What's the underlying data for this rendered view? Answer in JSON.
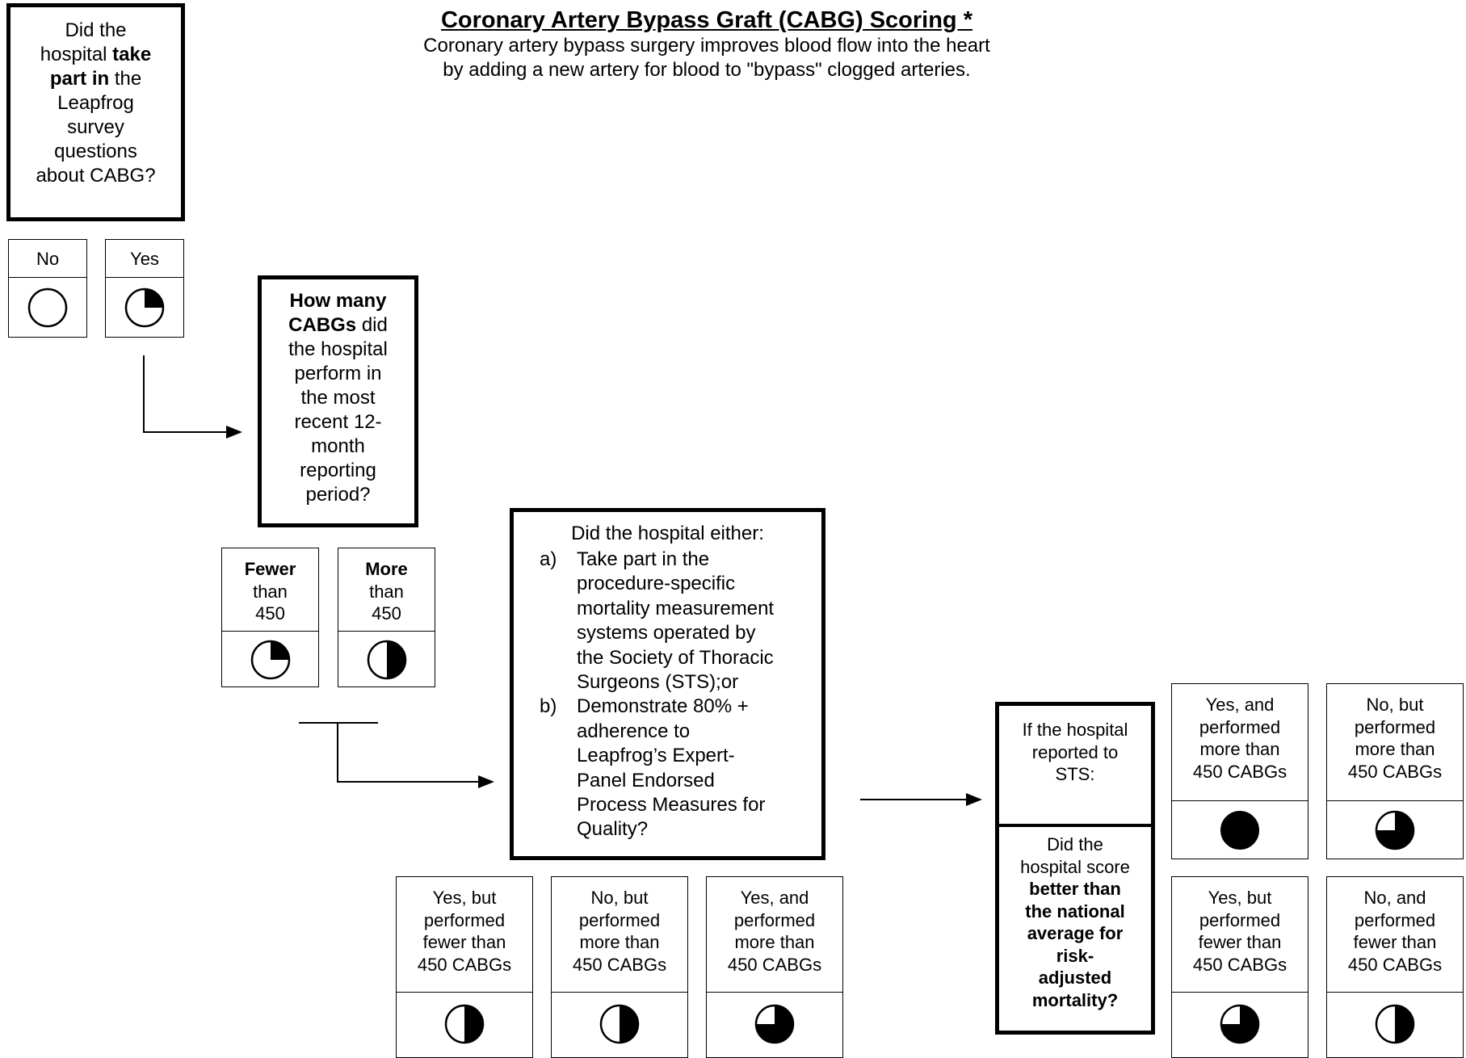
{
  "header": {
    "title": "Coronary Artery Bypass Graft (CABG) Scoring *",
    "subtitle_line1": "Coronary artery bypass surgery improves blood flow into the heart",
    "subtitle_line2": "by adding a new artery for blood to \"bypass\" clogged arteries."
  },
  "q1": {
    "line1": "Did the",
    "line2_pre": "hospital ",
    "line2_bold": "take",
    "line3_bold": "part in",
    "line3_post": " the",
    "line4": "Leapfrog",
    "line5": "survey",
    "line6": "questions",
    "line7": "about CABG?"
  },
  "q1_answers": [
    {
      "label": "No",
      "icon": "empty-circle-icon",
      "fill": 0
    },
    {
      "label": "Yes",
      "icon": "quarter-filled-circle-icon",
      "fill": 0.25
    }
  ],
  "q2": {
    "line1_bold": "How many",
    "line2_bold": "CABGs",
    "line2_post": " did",
    "line3": "the hospital",
    "line4": "perform in",
    "line5": "the most",
    "line6": "recent 12-",
    "line7": "month",
    "line8": "reporting",
    "line9": "period?"
  },
  "q2_answers": [
    {
      "bold": "Fewer",
      "line2": "than",
      "line3": "450",
      "icon": "quarter-filled-circle-icon",
      "fill": 0.25
    },
    {
      "bold": "More",
      "line2": "than",
      "line3": "450",
      "icon": "half-filled-circle-icon",
      "fill": 0.5
    }
  ],
  "q3": {
    "intro": "Did the hospital either:",
    "items": [
      {
        "marker": "a)",
        "lines": [
          "Take part in the",
          "procedure-specific",
          "mortality measurement",
          "systems operated by",
          "the Society of Thoracic",
          "Surgeons (STS);or"
        ]
      },
      {
        "marker": "b)",
        "lines": [
          "Demonstrate 80% +",
          "adherence to",
          "Leapfrog’s Expert-",
          "Panel Endorsed",
          "Process Measures for",
          "Quality?"
        ]
      }
    ]
  },
  "q3_answers": [
    {
      "lines": [
        "Yes, but",
        "performed",
        "fewer than",
        "450 CABGs"
      ],
      "icon": "half-filled-circle-icon",
      "fill": 0.5
    },
    {
      "lines": [
        "No, but",
        "performed",
        "more than",
        "450 CABGs"
      ],
      "icon": "half-filled-circle-icon",
      "fill": 0.5
    },
    {
      "lines": [
        "Yes, and",
        "performed",
        "more than",
        "450 CABGs"
      ],
      "icon": "three-quarter-filled-circle-icon",
      "fill": 0.75
    }
  ],
  "q4": {
    "top_lines": [
      "If the hospital",
      "reported to",
      "STS:"
    ],
    "bottom_line1": "Did the",
    "bottom_line2": "hospital score",
    "bottom_bold": [
      "better than",
      "the national",
      "average for",
      "risk-",
      "adjusted",
      "mortality?"
    ]
  },
  "q4_answers": [
    {
      "lines": [
        "Yes, and",
        "performed",
        "more than",
        "450 CABGs"
      ],
      "icon": "full-filled-circle-icon",
      "fill": 1
    },
    {
      "lines": [
        "No, but",
        "performed",
        "more than",
        "450 CABGs"
      ],
      "icon": "three-quarter-filled-circle-icon",
      "fill": 0.75
    },
    {
      "lines": [
        "Yes, but",
        "performed",
        "fewer than",
        "450 CABGs"
      ],
      "icon": "three-quarter-filled-circle-icon",
      "fill": 0.75
    },
    {
      "lines": [
        "No, and",
        "performed",
        "fewer than",
        "450 CABGs"
      ],
      "icon": "half-filled-circle-icon",
      "fill": 0.5
    }
  ]
}
